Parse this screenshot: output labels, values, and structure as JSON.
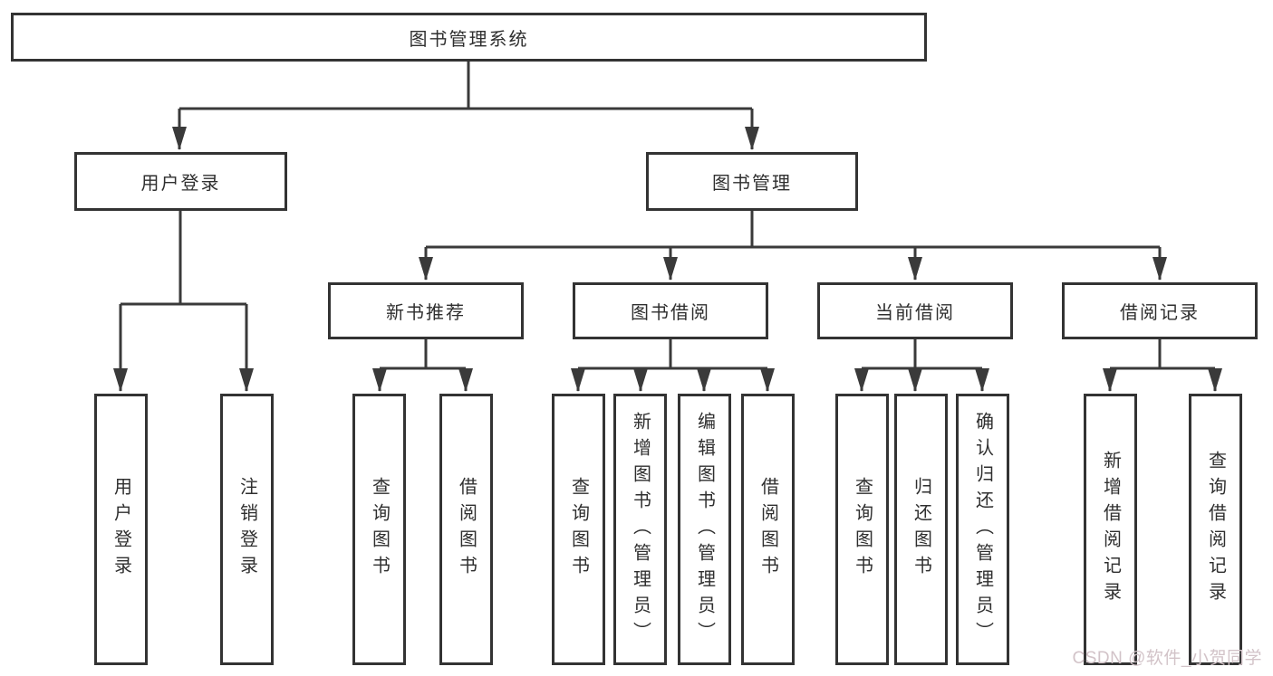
{
  "tree": {
    "root": {
      "label": "图书管理系统"
    },
    "branches": [
      {
        "label": "用户登录",
        "children": [
          {
            "label": "用户登录"
          },
          {
            "label": "注销登录"
          }
        ]
      },
      {
        "label": "图书管理",
        "children": [
          {
            "label": "新书推荐",
            "children": [
              {
                "label": "查询图书"
              },
              {
                "label": "借阅图书"
              }
            ]
          },
          {
            "label": "图书借阅",
            "children": [
              {
                "label": "查询图书"
              },
              {
                "label": "新增图书（管理员）"
              },
              {
                "label": "编辑图书（管理员）"
              },
              {
                "label": "借阅图书"
              }
            ]
          },
          {
            "label": "当前借阅",
            "children": [
              {
                "label": "查询图书"
              },
              {
                "label": "归还图书"
              },
              {
                "label": "确认归还（管理员）"
              }
            ]
          },
          {
            "label": "借阅记录",
            "children": [
              {
                "label": "新增借阅记录"
              },
              {
                "label": "查询借阅记录"
              }
            ]
          }
        ]
      }
    ]
  },
  "watermark": {
    "text": "CSDN @软件_小贺同学"
  },
  "colors": {
    "line": "#3a3a3a",
    "box-border": "#333333",
    "text": "#2f2f2f",
    "watermark": "#d2c3c8",
    "background": "#ffffff"
  }
}
